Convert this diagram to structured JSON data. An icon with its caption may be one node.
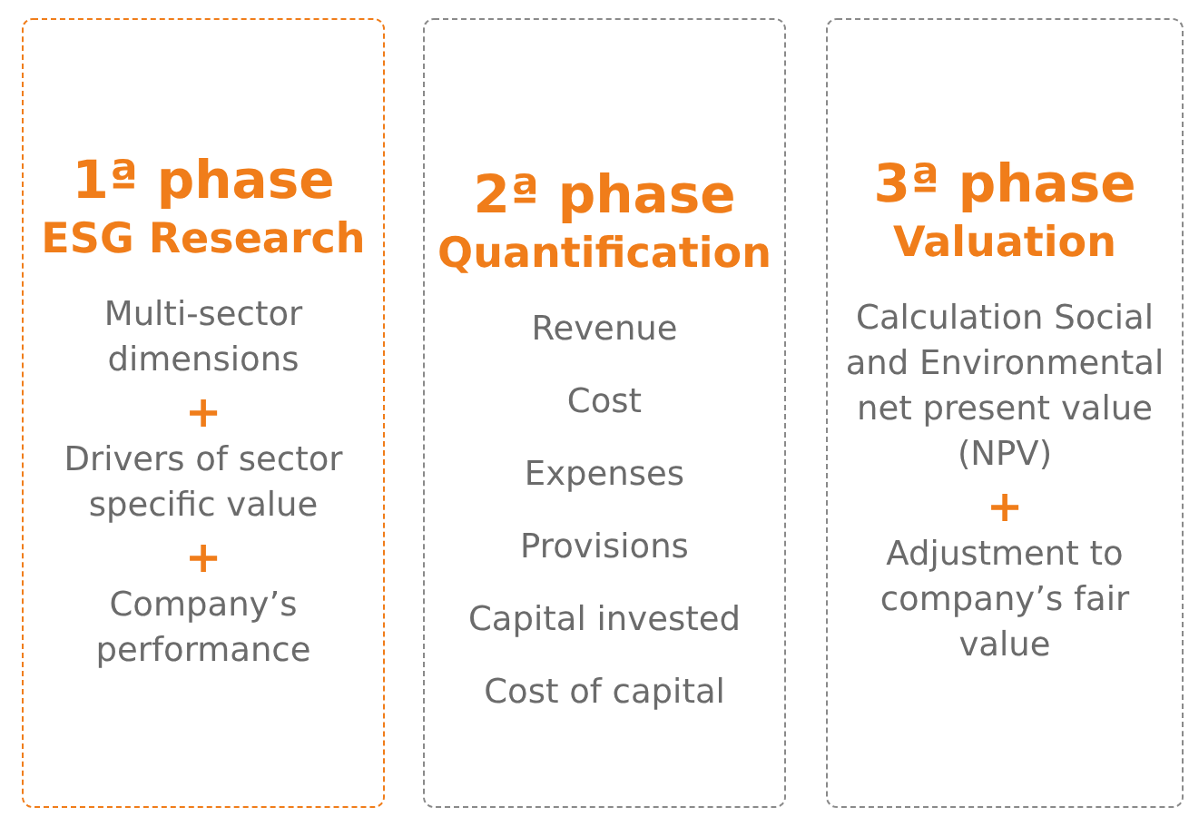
{
  "diagram": {
    "nodes": [
      {
        "text": [
          "1ª phase",
          "ESG Research",
          "Multi-sector dimensions",
          "+",
          "Drivers of sector specific value",
          "+",
          "Company’s performance"
        ]
      },
      {
        "text": [
          "2ª phase",
          "Quantification",
          "Revenue",
          "Cost",
          "Expenses",
          "Provisions",
          "Capital invested",
          "Cost of capital"
        ]
      },
      {
        "text": [
          "3ª phase",
          "Valuation",
          "Calculation Social and Environmental net present value (NPV)",
          "+",
          "Adjustment to company’s fair value"
        ]
      }
    ]
  }
}
